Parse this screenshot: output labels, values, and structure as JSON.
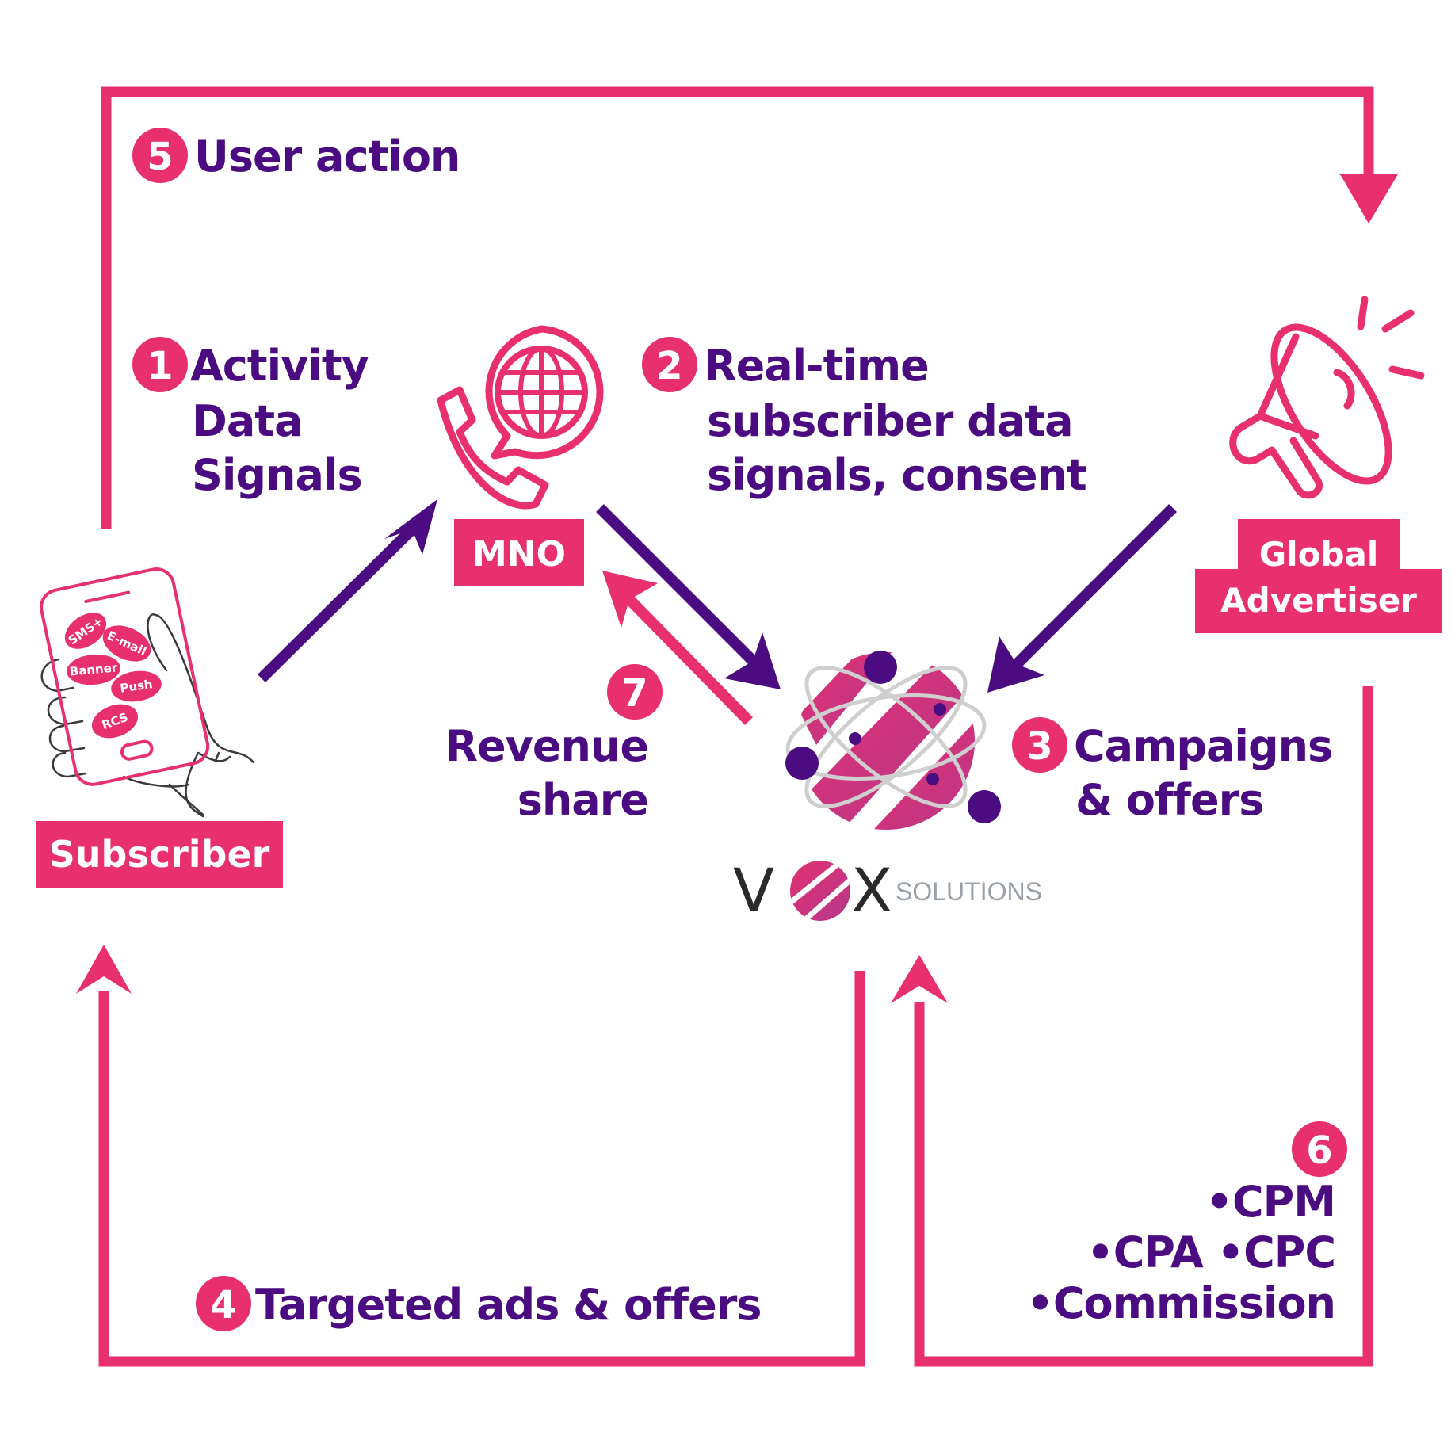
{
  "colors": {
    "pink": "#E8306E",
    "purple": "#4B0C82",
    "ring_gray": "#cfcfcf",
    "logo_text": "#2a2a2a",
    "logo_sub": "#9aa0a8"
  },
  "nodes": {
    "subscriber": {
      "label": "Subscriber",
      "icon": "hand-holding-phone-icon",
      "phone_chips": [
        "SMS+",
        "E-mail",
        "Banner",
        "Push",
        "RCS"
      ]
    },
    "mno": {
      "label": "MNO",
      "icon": "phone-globe-icon"
    },
    "advertiser": {
      "label_line1": "Global",
      "label_line2": "Advertiser",
      "icon": "megaphone-icon"
    },
    "vox": {
      "icon": "vox-globe-logo-icon",
      "brand_left": "V",
      "brand_right": "X",
      "brand_sub": "SOLUTIONS"
    }
  },
  "steps": [
    {
      "num": "1",
      "lines": [
        "Activity",
        "Data",
        "Signals"
      ]
    },
    {
      "num": "2",
      "lines": [
        "Real-time",
        "subscriber data",
        "signals, consent"
      ]
    },
    {
      "num": "3",
      "lines": [
        "Campaigns",
        "& offers"
      ]
    },
    {
      "num": "4",
      "lines": [
        "Targeted ads & offers"
      ]
    },
    {
      "num": "5",
      "lines": [
        "User action"
      ]
    },
    {
      "num": "6",
      "lines": [
        "•CPM",
        "•CPA •CPC",
        "•Commission"
      ]
    },
    {
      "num": "7",
      "lines": [
        "Revenue",
        "share"
      ]
    }
  ]
}
